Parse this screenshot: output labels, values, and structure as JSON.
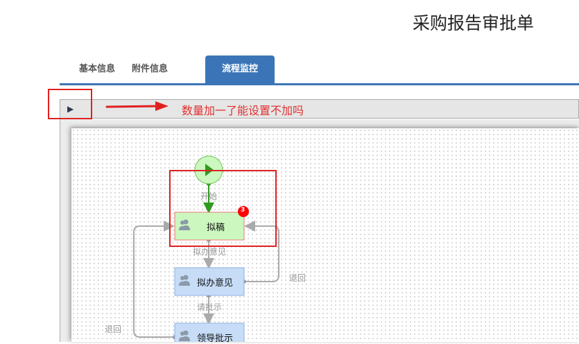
{
  "title": "采购报告审批单",
  "tabs": [
    {
      "label": "基本信息"
    },
    {
      "label": "附件信息"
    },
    {
      "label": "流程监控",
      "active": true
    }
  ],
  "annotation": "数量加一了能设置不加吗",
  "flow": {
    "start_label": "开始",
    "nodes": [
      {
        "label": "拟稿",
        "badge": "3",
        "state": "current"
      },
      {
        "label": "拟办意见"
      },
      {
        "label": "领导批示"
      }
    ],
    "edges": [
      "拟办意见",
      "请批示",
      "退回",
      "退回"
    ]
  },
  "colors": {
    "accent": "#3b75b7",
    "annotation": "#e02020",
    "current_node": "#ccf7bf",
    "node": "#c6dcf7"
  }
}
